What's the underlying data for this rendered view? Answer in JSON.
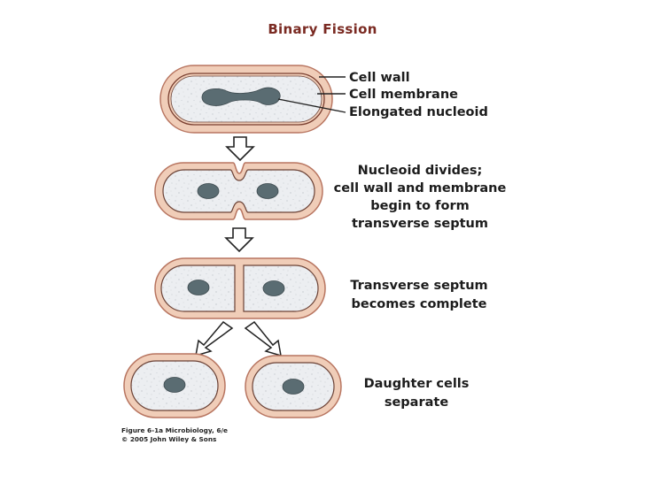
{
  "title": "Binary Fission",
  "labels": {
    "cell_wall": "Cell wall",
    "cell_membrane": "Cell membrane",
    "elongated_nucleoid": "Elongated nucleoid",
    "stage2": [
      "Nucleoid divides;",
      "cell wall and membrane",
      "begin to form",
      "transverse septum"
    ],
    "stage3": [
      "Transverse septum",
      "becomes complete"
    ],
    "stage4": [
      "Daughter cells",
      "separate"
    ]
  },
  "credit": [
    "Figure 6-1a  Microbiology, 6/e",
    "© 2005 John Wiley & Sons"
  ],
  "colors": {
    "title": "#7a2a22",
    "wall_outer": "#c98a72",
    "wall_fill": "#f0cdb8",
    "cytoplasm": "#ebedf0",
    "nucleoid": "#5a6c72",
    "outline": "#2a2a2a"
  }
}
